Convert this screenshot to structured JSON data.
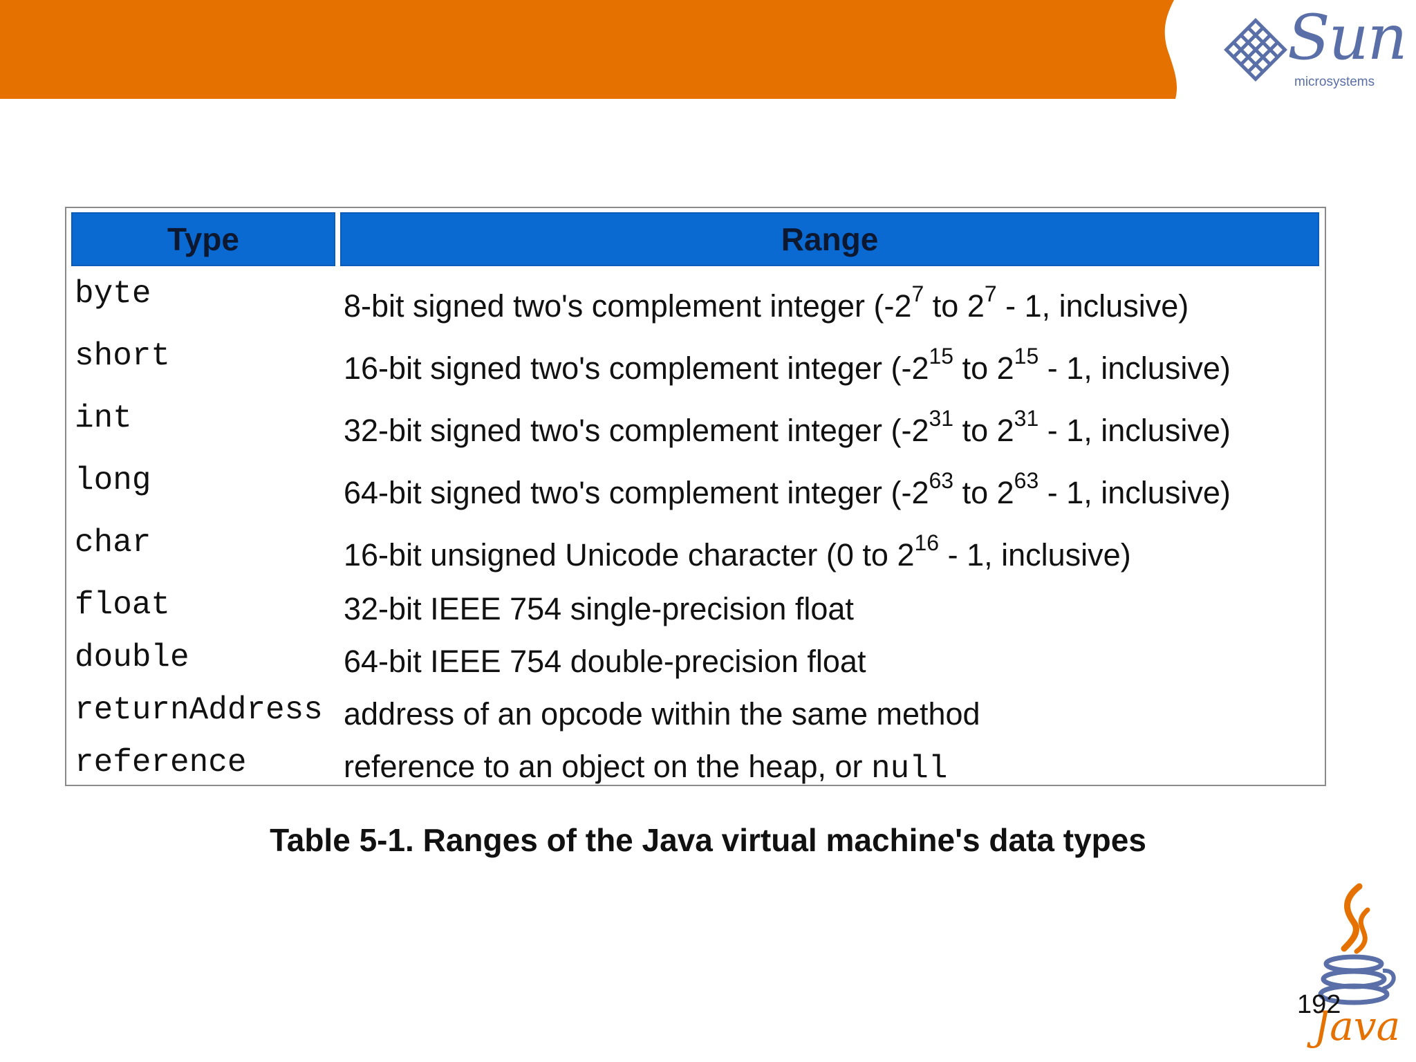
{
  "header": {
    "logo_word": "Sun",
    "logo_sub": "microsystems",
    "band_color": "#e57200"
  },
  "table": {
    "headers": [
      "Type",
      "Range"
    ],
    "rows": [
      {
        "type": "byte",
        "range_pre": "8-bit signed two's complement integer (-2",
        "exp1": "7",
        "range_mid": " to 2",
        "exp2": "7",
        "range_post": " - 1, inclusive)"
      },
      {
        "type": "short",
        "range_pre": "16-bit signed two's complement integer (-2",
        "exp1": "15",
        "range_mid": " to 2",
        "exp2": "15",
        "range_post": " - 1, inclusive)"
      },
      {
        "type": "int",
        "range_pre": "32-bit signed two's complement integer (-2",
        "exp1": "31",
        "range_mid": " to 2",
        "exp2": "31",
        "range_post": " - 1, inclusive)"
      },
      {
        "type": "long",
        "range_pre": "64-bit signed two's complement integer (-2",
        "exp1": "63",
        "range_mid": " to 2",
        "exp2": "63",
        "range_post": " - 1, inclusive)"
      },
      {
        "type": "char",
        "range_pre": "16-bit unsigned Unicode character (0 to 2",
        "exp1": "16",
        "range_post": " - 1, inclusive)"
      },
      {
        "type": "float",
        "range_pre": "32-bit IEEE 754 single-precision float"
      },
      {
        "type": "double",
        "range_pre": "64-bit IEEE 754 double-precision float"
      },
      {
        "type": "returnAddress",
        "range_pre": "address of an opcode within the same method"
      },
      {
        "type": "reference",
        "range_pre": "reference to an object on the heap, or ",
        "range_code": "null"
      }
    ],
    "header_color": "#0a6ad1"
  },
  "caption": "Table 5-1. Ranges of the Java virtual machine's data types",
  "footer": {
    "page_number": "192",
    "java_word": "Java"
  }
}
